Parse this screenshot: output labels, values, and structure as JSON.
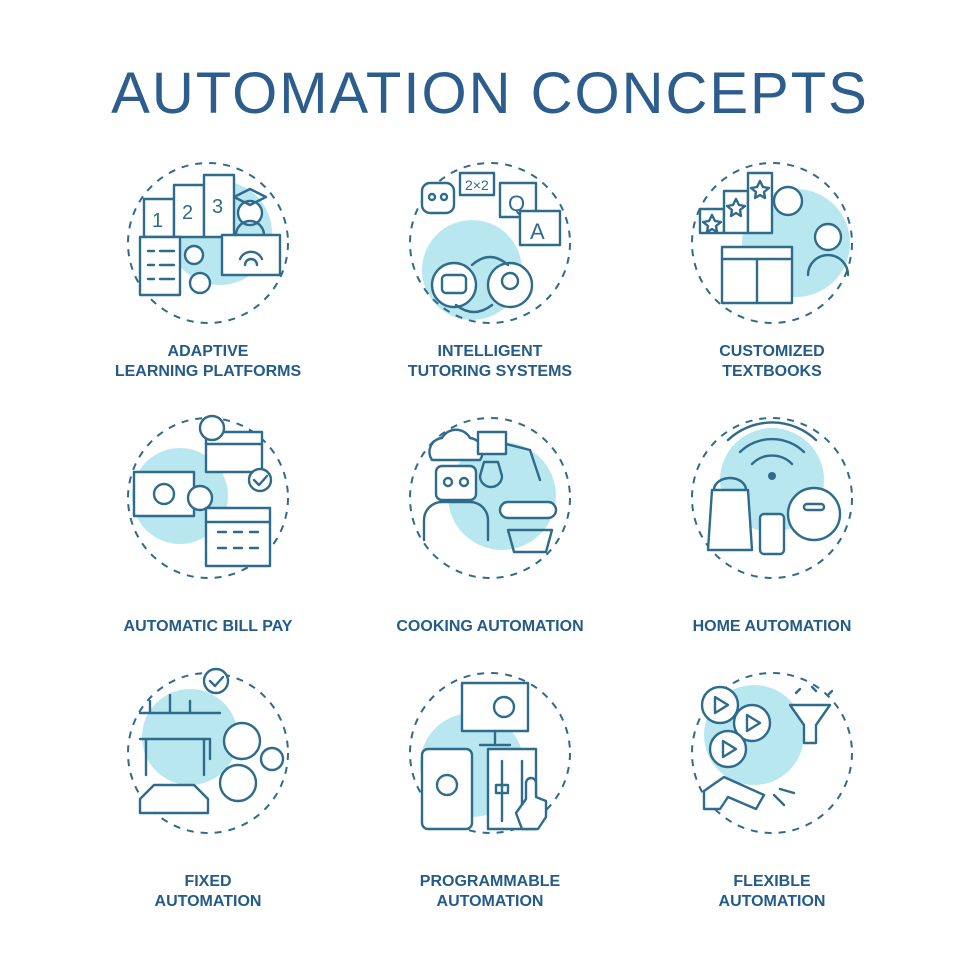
{
  "title": "AUTOMATION CONCEPTS",
  "colors": {
    "title": "#2c5d8c",
    "label": "#245b87",
    "icon_stroke": "#2f6b8b",
    "icon_accent": "#7fd3e3"
  },
  "concepts": [
    {
      "line1": "ADAPTIVE",
      "line2": "LEARNING PLATFORMS",
      "icon": "adaptive-learning-icon"
    },
    {
      "line1": "INTELLIGENT",
      "line2": "TUTORING SYSTEMS",
      "icon": "tutoring-robot-icon"
    },
    {
      "line1": "CUSTOMIZED",
      "line2": "TEXTBOOKS",
      "icon": "textbook-icon"
    },
    {
      "line1": "AUTOMATIC BILL PAY",
      "line2": "",
      "icon": "bill-pay-icon"
    },
    {
      "line1": "COOKING AUTOMATION",
      "line2": "",
      "icon": "cooking-robot-icon"
    },
    {
      "line1": "HOME AUTOMATION",
      "line2": "",
      "icon": "smart-home-icon"
    },
    {
      "line1": "FIXED",
      "line2": "AUTOMATION",
      "icon": "fixed-automation-icon"
    },
    {
      "line1": "PROGRAMMABLE",
      "line2": "AUTOMATION",
      "icon": "programmable-automation-icon"
    },
    {
      "line1": "FLEXIBLE",
      "line2": "AUTOMATION",
      "icon": "flexible-automation-icon"
    }
  ]
}
